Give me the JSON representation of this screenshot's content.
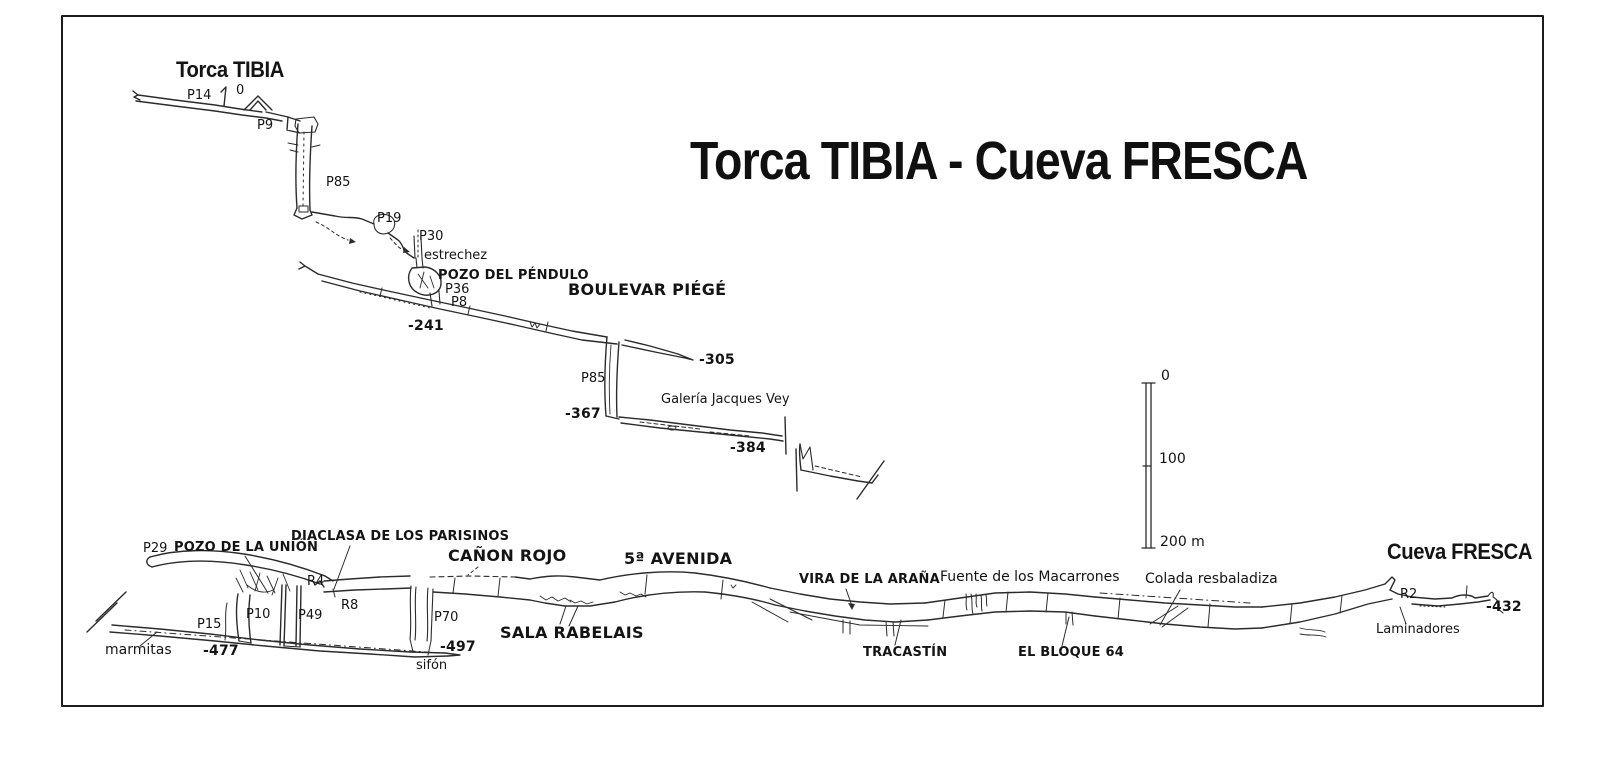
{
  "title": "Torca TIBIA  - Cueva FRESCA",
  "upper": {
    "name": "Torca TIBIA",
    "surface_datum": "0",
    "p14": "P14",
    "p9": "P9",
    "p85a": "P85",
    "p19": "P19",
    "p30": "P30",
    "estrechez": "estrechez",
    "pozo_del_pendulo": "POZO DEL PÉNDULO",
    "p36": "P36",
    "p8": "P8",
    "boulevar_piege": "BOULEVAR PIÉGÉ",
    "d241": "-241",
    "d305": "-305",
    "p85b": "P85",
    "galeria_jacques_vey": "Galería Jacques Vey",
    "d367": "-367",
    "d384": "-384"
  },
  "lower": {
    "name": "Cueva FRESCA",
    "p29": "P29",
    "pozo_de_la_union": "POZO DE LA UNIÓN",
    "diaclasa": "DIACLASA DE LOS PARISINOS",
    "canon_rojo": "CAÑON ROJO",
    "quinta_avenida": "5ª AVENIDA",
    "r4": "R4",
    "r8": "R8",
    "p10": "P10",
    "p49": "P49",
    "p15": "P15",
    "marmitas": "marmitas",
    "d477": "-477",
    "p70": "P70",
    "d497": "-497",
    "sifon": "sifón",
    "sala_rabelais": "SALA RABELAIS",
    "vira_de_la_arana": "VIRA DE LA ARAÑA",
    "fuente_macarrones": "Fuente de los Macarrones",
    "tracastin": "TRACASTÍN",
    "el_bloque_64": "EL BLOQUE 64",
    "colada_resbaladiza": "Colada resbaladiza",
    "r2": "R2",
    "laminadores": "Laminadores",
    "d432": "-432"
  },
  "scale_bar": {
    "t0": "0",
    "t100": "100",
    "t200": "200 m"
  }
}
